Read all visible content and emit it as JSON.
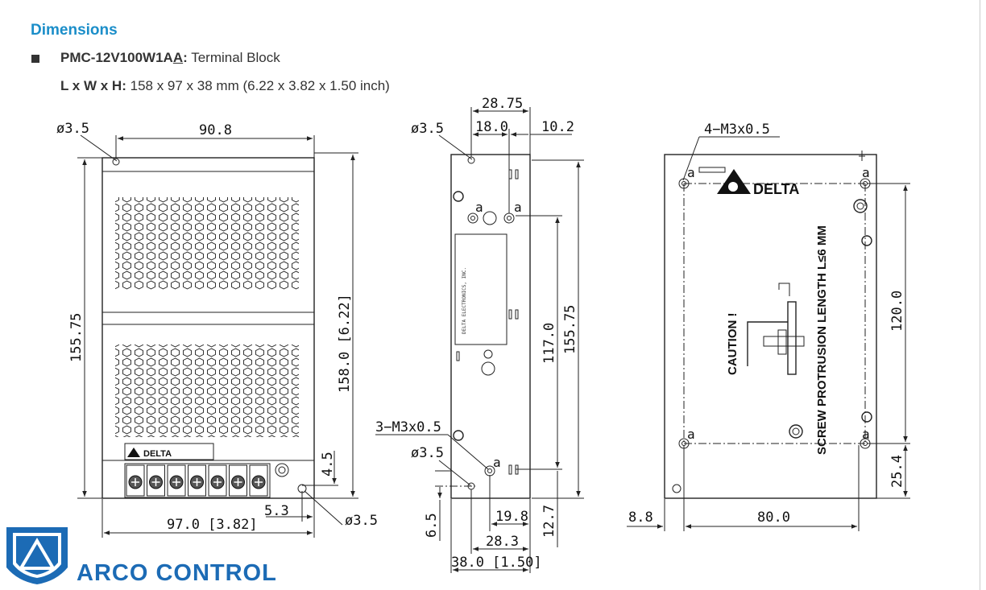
{
  "heading": "Dimensions",
  "model_label": "PMC-12V100W1A",
  "model_underlined": "A",
  "model_colon": ":",
  "model_desc": "Terminal Block",
  "lwh_label": "L x W x H:",
  "lwh_value": "158 x 97 x 38 mm (6.22 x 3.82 x 1.50 inch)",
  "front": {
    "d_hole": "ø3.5",
    "width_top": "90.8",
    "height_inner": "155.75",
    "height_total": "158.0 [6.22]",
    "dim_45": "4.5",
    "dim_53": "5.3",
    "width_total": "97.0 [3.82]",
    "d_hole_bottom": "ø3.5",
    "brand": "DELTA"
  },
  "side": {
    "d_hole": "ø3.5",
    "dim_2875": "28.75",
    "dim_180": "18.0",
    "dim_102": "10.2",
    "dim_1170": "117.0",
    "dim_15575": "155.75",
    "screw": "3−M3x0.5",
    "d_hole2": "ø3.5",
    "dim_65": "6.5",
    "dim_198": "19.8",
    "dim_283": "28.3",
    "dim_127": "12.7",
    "depth_total": "38.0 [1.50]",
    "hole_mark": "a",
    "label_text": "DELTA ELECTRONICS, INC."
  },
  "back": {
    "screw": "4−M3x0.5",
    "brand": "DELTA",
    "caution": "CAUTION !",
    "protrusion": "SCREW PROTRUSION LENGTH  L≤6 MM",
    "dim_1200": "120.0",
    "dim_254": "25.4",
    "dim_88": "8.8",
    "dim_800": "80.0",
    "hole_mark": "a"
  },
  "logo": {
    "name": "ARCO CONTROL",
    "color": "#1c6bb5"
  },
  "colors": {
    "heading": "#1b8ec9",
    "line": "#222222"
  }
}
